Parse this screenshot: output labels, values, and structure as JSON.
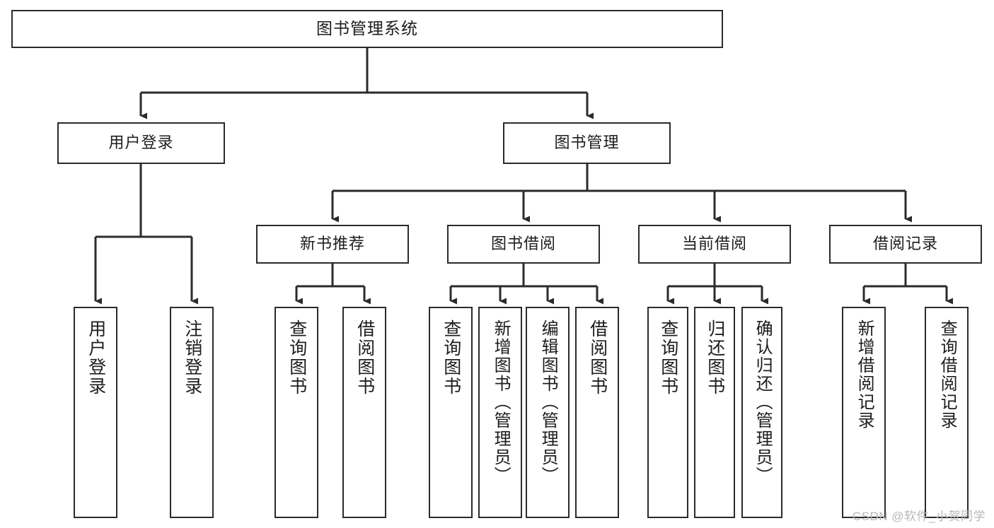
{
  "diagram": {
    "type": "tree",
    "title": "图书管理系统",
    "colors": {
      "box_border": "#2b2b2b",
      "box_fill": "#ffffff",
      "connector": "#2b2b2b",
      "watermark": "#b8b8b8",
      "background": "#ffffff"
    },
    "root": {
      "label": "图书管理系统"
    },
    "level2": [
      {
        "label": "用户登录"
      },
      {
        "label": "图书管理"
      }
    ],
    "level3": [
      {
        "label": "新书推荐"
      },
      {
        "label": "图书借阅"
      },
      {
        "label": "当前借阅"
      },
      {
        "label": "借阅记录"
      }
    ],
    "leaves": {
      "user_login": [
        {
          "label": "用户登录"
        },
        {
          "label": "注销登录"
        }
      ],
      "new_book": [
        {
          "label": "查询图书"
        },
        {
          "label": "借阅图书"
        }
      ],
      "book_borrow": [
        {
          "label": "查询图书"
        },
        {
          "label": "新增图书（管理员）"
        },
        {
          "label": "编辑图书（管理员）"
        },
        {
          "label": "借阅图书"
        }
      ],
      "current_borrow": [
        {
          "label": "查询图书"
        },
        {
          "label": "归还图书"
        },
        {
          "label": "确认归还（管理员）"
        }
      ],
      "borrow_record": [
        {
          "label": "新增借阅记录"
        },
        {
          "label": "查询借阅记录"
        }
      ]
    },
    "watermark": "CSDN @软件_小贺同学"
  }
}
